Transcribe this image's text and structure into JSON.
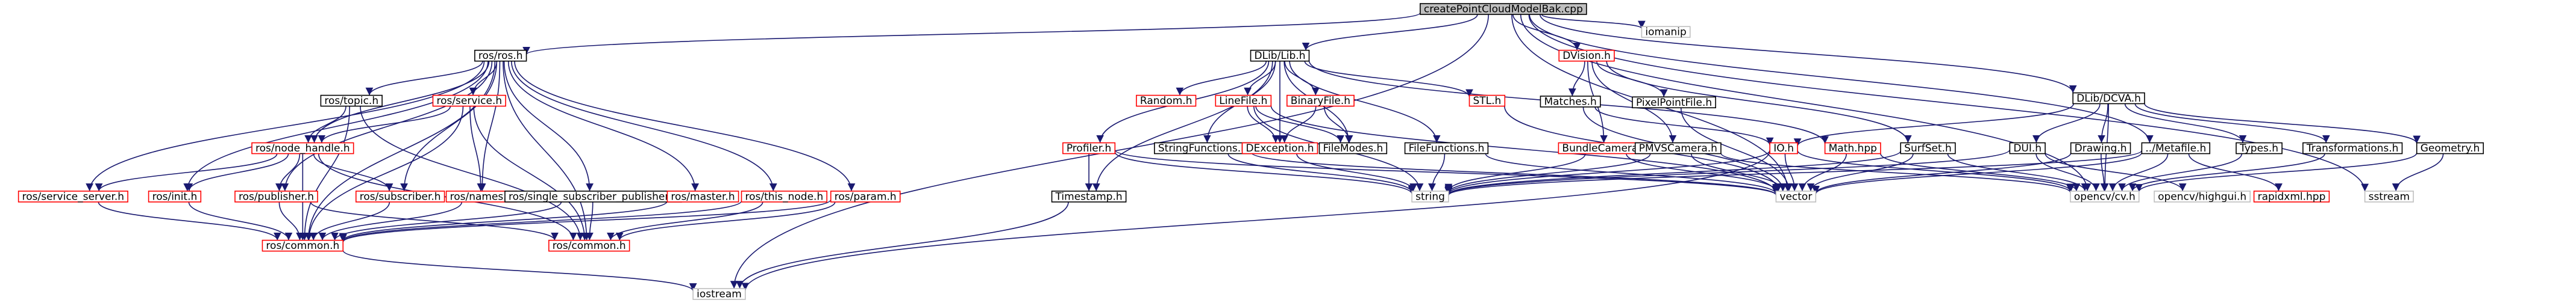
{
  "colors": {
    "edge": "#191970",
    "box_black": "#000000",
    "box_red": "#ff0000",
    "box_grey": "#bfbfbf",
    "root_fill": "#bfbfbf",
    "fill": "#ffffff"
  },
  "nodes": [
    {
      "id": "root",
      "label": "createPointCloudModelBak.cpp",
      "style": "root"
    },
    {
      "id": "iomanip",
      "label": "iomanip",
      "style": "grey"
    },
    {
      "id": "ros_ros",
      "label": "ros/ros.h",
      "style": "black"
    },
    {
      "id": "dlib",
      "label": "DLib/Lib.h",
      "style": "black"
    },
    {
      "id": "dvision",
      "label": "DVision.h",
      "style": "red"
    },
    {
      "id": "dlibcva",
      "label": "DLib/DCVA.h",
      "style": "black"
    },
    {
      "id": "ros_topic",
      "label": "ros/topic.h",
      "style": "black"
    },
    {
      "id": "ros_service",
      "label": "ros/service.h",
      "style": "red"
    },
    {
      "id": "ros_node_handle",
      "label": "ros/node_handle.h",
      "style": "red"
    },
    {
      "id": "ros_service_server",
      "label": "ros/service_server.h",
      "style": "red"
    },
    {
      "id": "ros_init",
      "label": "ros/init.h",
      "style": "red"
    },
    {
      "id": "ros_publisher",
      "label": "ros/publisher.h",
      "style": "red"
    },
    {
      "id": "ros_subscriber",
      "label": "ros/subscriber.h",
      "style": "red"
    },
    {
      "id": "ros_names",
      "label": "ros/names.h",
      "style": "red"
    },
    {
      "id": "ros_single_sub_pub",
      "label": "ros/single_subscriber_publisher.h",
      "style": "black"
    },
    {
      "id": "ros_master",
      "label": "ros/master.h",
      "style": "red"
    },
    {
      "id": "ros_this_node",
      "label": "ros/this_node.h",
      "style": "red"
    },
    {
      "id": "ros_param",
      "label": "ros/param.h",
      "style": "red"
    },
    {
      "id": "ros_common1",
      "label": "ros/common.h",
      "style": "red"
    },
    {
      "id": "ros_common2",
      "label": "ros/common.h",
      "style": "red"
    },
    {
      "id": "iostream",
      "label": "iostream",
      "style": "grey"
    },
    {
      "id": "random",
      "label": "Random.h",
      "style": "red"
    },
    {
      "id": "linefile",
      "label": "LineFile.h",
      "style": "red"
    },
    {
      "id": "binaryfile",
      "label": "BinaryFile.h",
      "style": "red"
    },
    {
      "id": "stl",
      "label": "STL.h",
      "style": "red"
    },
    {
      "id": "profiler",
      "label": "Profiler.h",
      "style": "red"
    },
    {
      "id": "stringfunctions",
      "label": "StringFunctions.h",
      "style": "black"
    },
    {
      "id": "dexception",
      "label": "DException.h",
      "style": "red"
    },
    {
      "id": "filemodes",
      "label": "FileModes.h",
      "style": "black"
    },
    {
      "id": "filefunctions",
      "label": "FileFunctions.h",
      "style": "black"
    },
    {
      "id": "timestamp",
      "label": "Timestamp.h",
      "style": "black"
    },
    {
      "id": "matches",
      "label": "Matches.h",
      "style": "black"
    },
    {
      "id": "pixelpointfile",
      "label": "PixelPointFile.h",
      "style": "black"
    },
    {
      "id": "bundlecamera",
      "label": "BundleCamera.h",
      "style": "red"
    },
    {
      "id": "pmvscamera",
      "label": "PMVSCamera.h",
      "style": "black"
    },
    {
      "id": "io",
      "label": "IO.h",
      "style": "red"
    },
    {
      "id": "mathhpp",
      "label": "Math.hpp",
      "style": "red"
    },
    {
      "id": "surfset",
      "label": "SurfSet.h",
      "style": "black"
    },
    {
      "id": "dui",
      "label": "DUI.h",
      "style": "black"
    },
    {
      "id": "drawing",
      "label": "Drawing.h",
      "style": "black"
    },
    {
      "id": "metafile",
      "label": "../Metafile.h",
      "style": "black"
    },
    {
      "id": "types",
      "label": "Types.h",
      "style": "black"
    },
    {
      "id": "transformations",
      "label": "Transformations.h",
      "style": "black"
    },
    {
      "id": "geometry",
      "label": "Geometry.h",
      "style": "black"
    },
    {
      "id": "string",
      "label": "string",
      "style": "grey"
    },
    {
      "id": "vector",
      "label": "vector",
      "style": "grey"
    },
    {
      "id": "opencv_cv",
      "label": "opencv/cv.h",
      "style": "grey"
    },
    {
      "id": "opencv_highgui",
      "label": "opencv/highgui.h",
      "style": "grey"
    },
    {
      "id": "rapidxml",
      "label": "rapidxml.hpp",
      "style": "red"
    },
    {
      "id": "sstream",
      "label": "sstream",
      "style": "grey"
    }
  ]
}
